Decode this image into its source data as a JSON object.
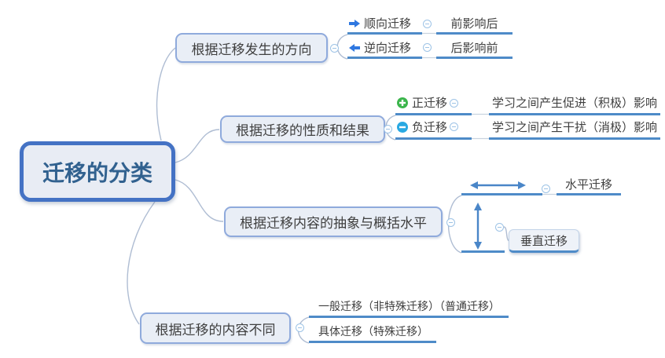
{
  "root": {
    "label": "迁移的分类"
  },
  "branches": [
    {
      "label": "根据迁移发生的方向",
      "children": [
        {
          "icon": "arrow-right-icon",
          "label": "顺向迁移",
          "children": [
            {
              "label": "前影响后"
            }
          ]
        },
        {
          "icon": "arrow-left-icon",
          "label": "逆向迁移",
          "children": [
            {
              "label": "后影响前"
            }
          ]
        }
      ]
    },
    {
      "label": "根据迁移的性质和结果",
      "children": [
        {
          "icon": "plus-circle-icon",
          "label": "正迁移",
          "children": [
            {
              "label": "学习之间产生促进（积极）影响"
            }
          ]
        },
        {
          "icon": "minus-circle-icon",
          "label": "负迁移",
          "children": [
            {
              "label": "学习之间产生干扰（消极）影响"
            }
          ]
        }
      ]
    },
    {
      "label": "根据迁移内容的抽象与概括水平",
      "children": [
        {
          "icon": "double-arrow-horizontal-icon",
          "label": "",
          "children": [
            {
              "label": "水平迁移"
            }
          ]
        },
        {
          "icon": "double-arrow-vertical-icon",
          "label": "",
          "children": [
            {
              "label": "垂直迁移"
            }
          ]
        }
      ]
    },
    {
      "label": "根据迁移的内容不同",
      "children": [
        {
          "label": "一般迁移（非特殊迁移）（普通迁移）"
        },
        {
          "label": "具体迁移（特殊迁移）"
        }
      ]
    }
  ],
  "colors": {
    "root_border": "#4472C4",
    "root_fill": "#E8ECF4",
    "root_text": "#31618F",
    "branch_border": "#8FAADC",
    "branch_fill": "#E9EEF6",
    "node_text": "#3F3F3F",
    "line_blue": "#4E8BC8",
    "connector_gray": "#AFBDD3",
    "arrow_icon_blue": "#2E77E0",
    "plus_icon_green": "#3CB54C",
    "minus_icon_blue": "#29A9E2"
  }
}
